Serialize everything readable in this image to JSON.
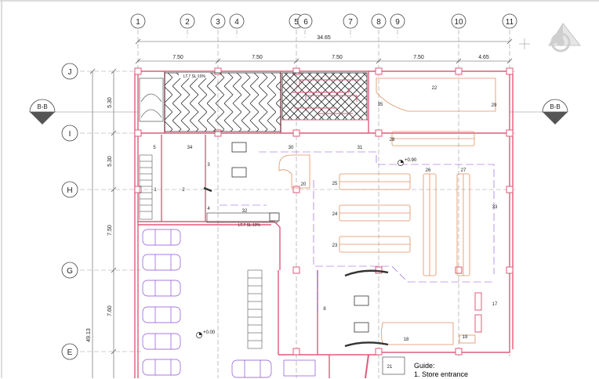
{
  "grid": {
    "columns": [
      "1",
      "2",
      "3",
      "4",
      "5",
      "6",
      "7",
      "8",
      "9",
      "10",
      "11"
    ],
    "rows": [
      "J",
      "I",
      "H",
      "G",
      "E"
    ]
  },
  "dimensions": {
    "total_width": "34.65",
    "bays": [
      "7.50",
      "7.50",
      "7.50",
      "7.50",
      "4.65"
    ],
    "row_spacings": [
      "5.30",
      "5.30",
      "7.50",
      "7.60"
    ],
    "total_height": "49.13"
  },
  "section_markers": {
    "left": "B-B",
    "right": "B-B"
  },
  "level_marks": {
    "upper": "+0.90",
    "lower": "+0.00"
  },
  "room_numbers": [
    "1",
    "2",
    "3",
    "4",
    "5",
    "8",
    "17",
    "18",
    "19",
    "20",
    "21",
    "22",
    "23",
    "24",
    "25",
    "26",
    "27",
    "28",
    "29",
    "30",
    "31",
    "32",
    "33",
    "34",
    "35"
  ],
  "ramp_labels": {
    "top": "LT.7 SL:10%",
    "mid": "LT.7 SL:10%"
  },
  "guide": {
    "title": "Guide:",
    "items": [
      "1. Store entrance"
    ]
  },
  "colors": {
    "wall": "#e05a7a",
    "axis": "#555555",
    "furniture": "#e09060",
    "fixture": "#8a4fd8",
    "dark": "#333333"
  }
}
